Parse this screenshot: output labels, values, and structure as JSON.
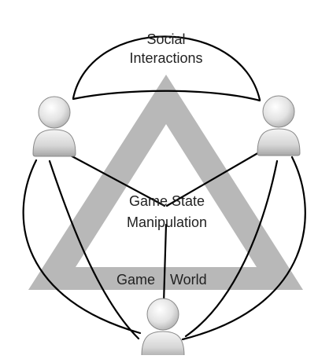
{
  "labels": {
    "social_line1": "Social",
    "social_line2": "Interactions",
    "state_line1": "Game State",
    "state_line2": "Manipulation",
    "world_word1": "Game",
    "world_word2": "World"
  },
  "icons": {
    "left": "user-icon",
    "right": "user-icon",
    "bottom": "user-icon"
  },
  "colors": {
    "triangle": "#b8b8b8",
    "lines": "#000000",
    "avatar_light": "#f2f2f2",
    "avatar_dark": "#bdbdbd",
    "avatar_stroke": "#8a8a8a"
  }
}
